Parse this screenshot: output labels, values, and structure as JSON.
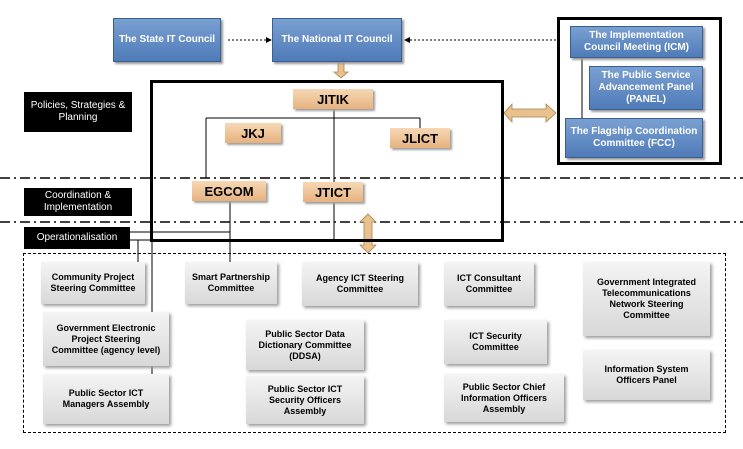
{
  "top": {
    "state_council": "The State IT Council",
    "national_council": "The National IT Council"
  },
  "right_panel": {
    "icm": "The Implementation Council Meeting (ICM)",
    "panel": "The Public Service Advancement Panel (PANEL)",
    "fcc": "The Flagship Coordination Committee (FCC)"
  },
  "levels": {
    "policies": "Policies, Strategies & Planning",
    "coordination": "Coordination & Implementation",
    "operational": "Operationalisation"
  },
  "committees": {
    "jitik": "JITIK",
    "jkj": "JKJ",
    "jlict": "JLICT",
    "egcom": "EGCOM",
    "jtict": "JTICT"
  },
  "operational_boxes": {
    "community": "Community Project Steering Committee",
    "smart": "Smart Partnership Committee",
    "agency_ict": "Agency ICT Steering Committee",
    "ict_consultant": "ICT Consultant Committee",
    "gitn": "Government Integrated Telecommunications Network Steering Committee",
    "gov_electronic": "Government Electronic Project Steering Committee (agency level)",
    "ddsa": "Public Sector Data Dictionary Committee (DDSA)",
    "ict_security": "ICT Security Committee",
    "info_system": "Information System Officers Panel",
    "ict_managers": "Public Sector ICT Managers Assembly",
    "security_officers": "Public Sector ICT Security Officers Assembly",
    "cio": "Public Sector Chief Information Officers Assembly"
  }
}
